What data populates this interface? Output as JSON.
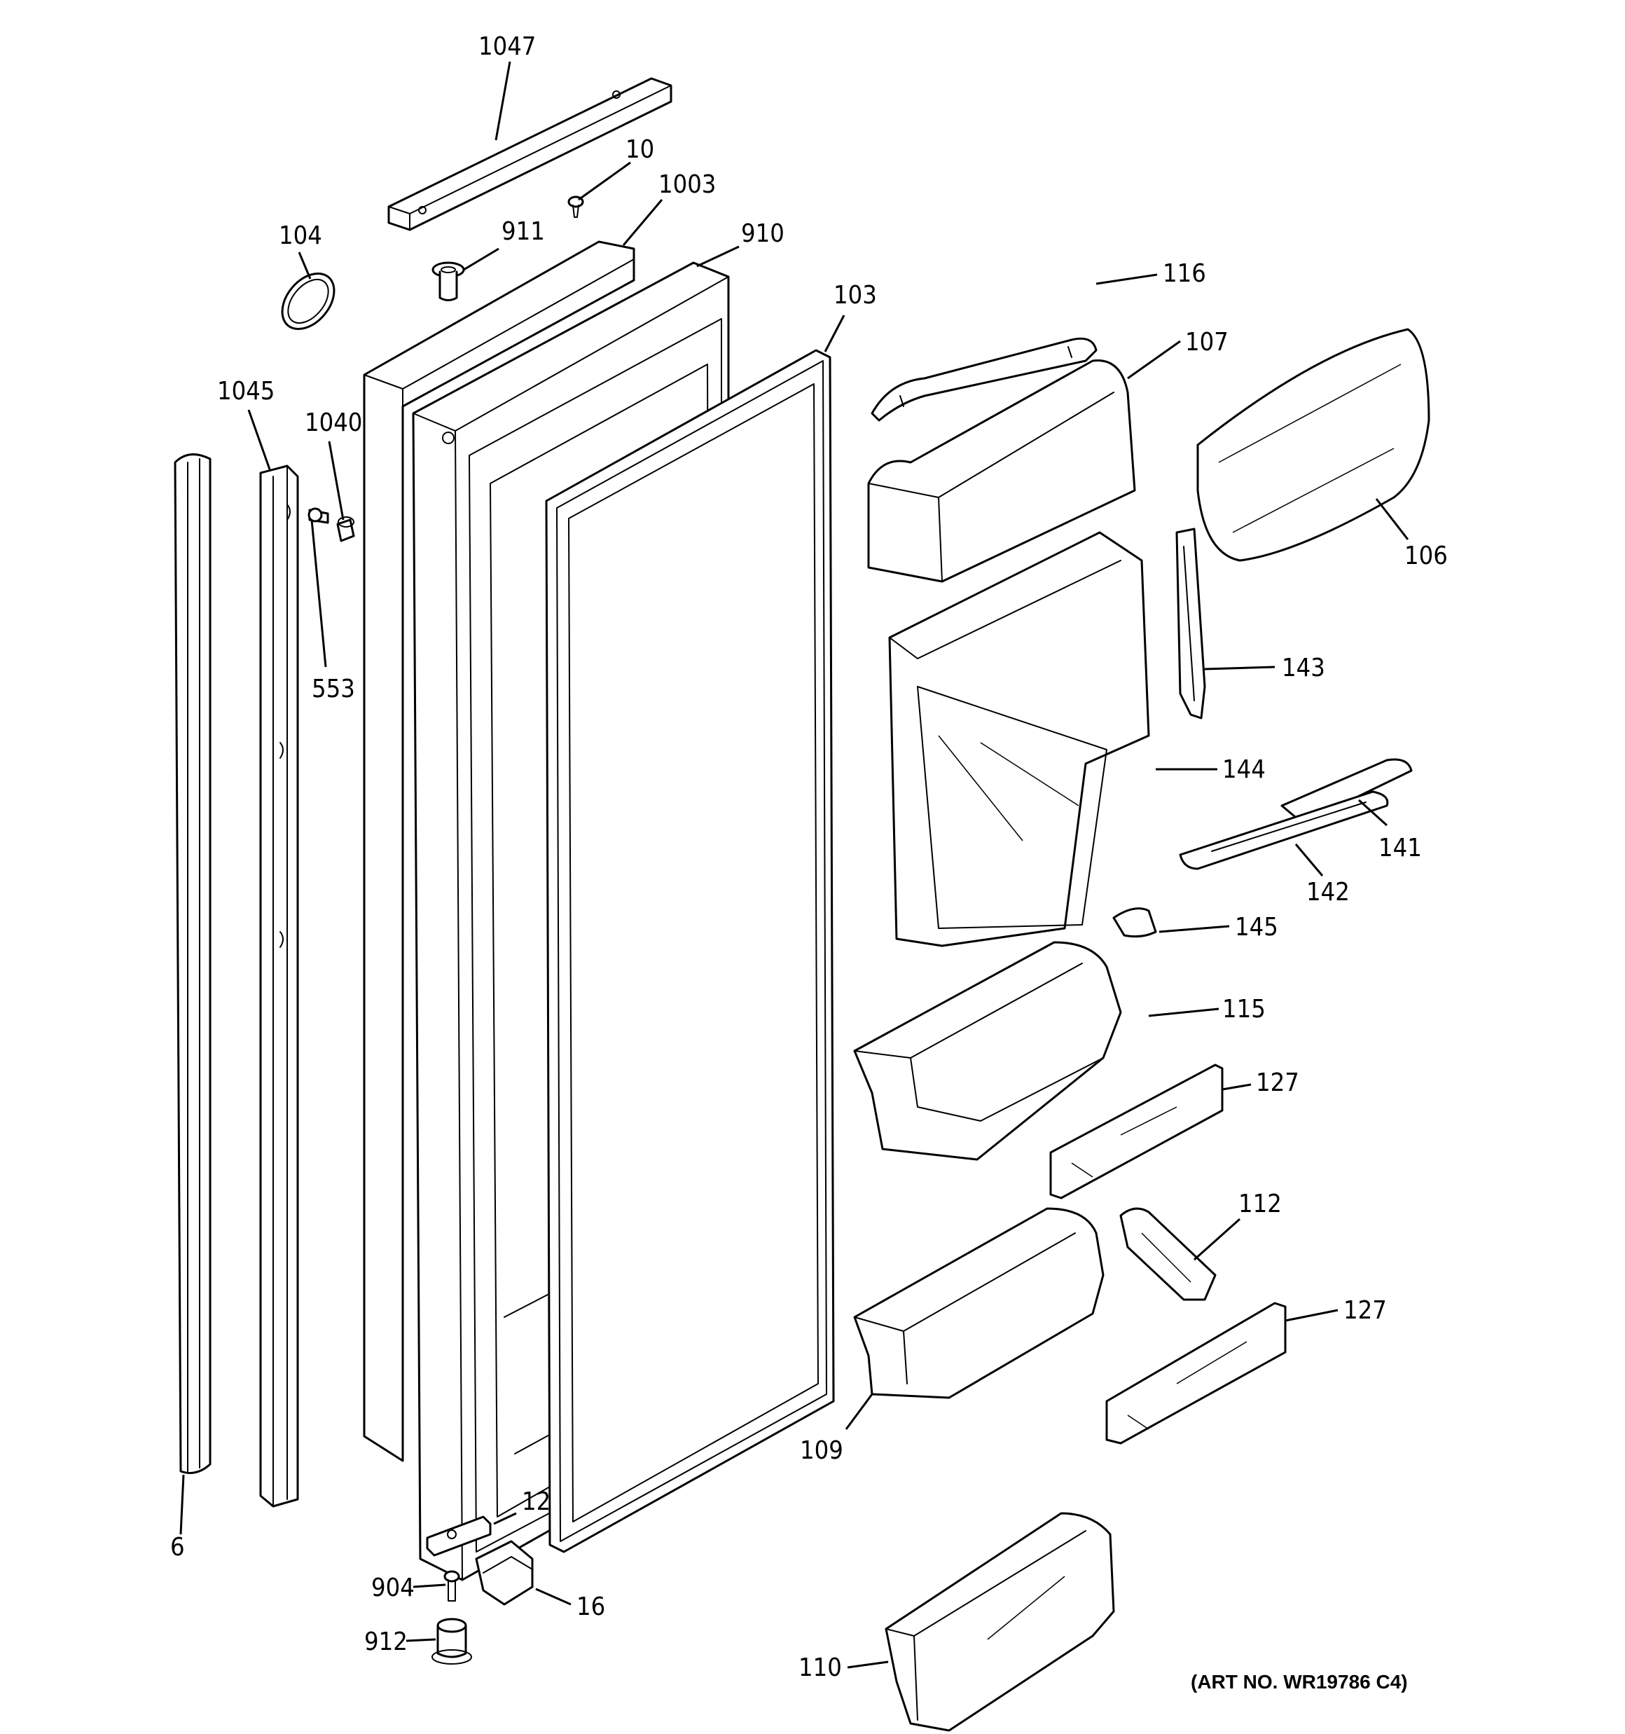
{
  "diagram": {
    "art_number": "(ART NO. WR19786 C4)",
    "parts": [
      {
        "id": "p1047",
        "label": "1047"
      },
      {
        "id": "p10",
        "label": "10"
      },
      {
        "id": "p1003",
        "label": "1003"
      },
      {
        "id": "p911",
        "label": "911"
      },
      {
        "id": "p910",
        "label": "910"
      },
      {
        "id": "p104",
        "label": "104"
      },
      {
        "id": "p103",
        "label": "103"
      },
      {
        "id": "p116",
        "label": "116"
      },
      {
        "id": "p107",
        "label": "107"
      },
      {
        "id": "p106",
        "label": "106"
      },
      {
        "id": "p1045",
        "label": "1045"
      },
      {
        "id": "p1040",
        "label": "1040"
      },
      {
        "id": "p553",
        "label": "553"
      },
      {
        "id": "p143",
        "label": "143"
      },
      {
        "id": "p144",
        "label": "144"
      },
      {
        "id": "p141",
        "label": "141"
      },
      {
        "id": "p142",
        "label": "142"
      },
      {
        "id": "p145",
        "label": "145"
      },
      {
        "id": "p115",
        "label": "115"
      },
      {
        "id": "p127a",
        "label": "127"
      },
      {
        "id": "p112",
        "label": "112"
      },
      {
        "id": "p127b",
        "label": "127"
      },
      {
        "id": "p109",
        "label": "109"
      },
      {
        "id": "p6",
        "label": "6"
      },
      {
        "id": "p12",
        "label": "12"
      },
      {
        "id": "p904",
        "label": "904"
      },
      {
        "id": "p16",
        "label": "16"
      },
      {
        "id": "p912",
        "label": "912"
      },
      {
        "id": "p110",
        "label": "110"
      }
    ]
  }
}
